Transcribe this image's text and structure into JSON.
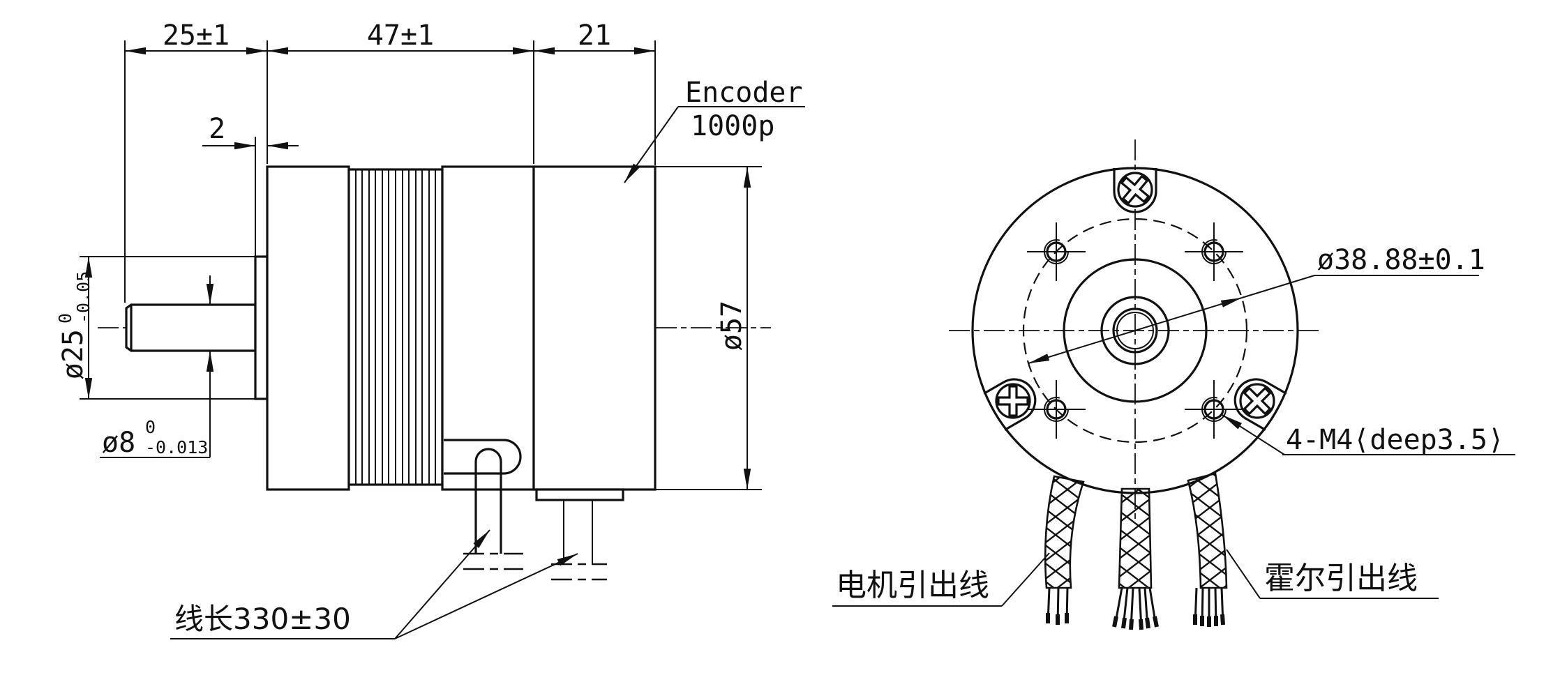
{
  "side_view": {
    "len_shaft": "25±1",
    "len_body": "47±1",
    "len_encoder": "21",
    "len_boss": "2",
    "dia_boss": "ø25",
    "dia_boss_tol_hi": "0",
    "dia_boss_tol_lo": "-0.05",
    "dia_shaft": "ø8",
    "dia_shaft_tol_hi": "0",
    "dia_shaft_tol_lo": "-0.013",
    "dia_body": "ø57",
    "encoder_line1": "Encoder",
    "encoder_line2": "1000p",
    "cable_length": "线长330±30"
  },
  "front_view": {
    "dia_bolt_circle": "ø38.88±0.1",
    "mount_holes": "4-M4⟨deep3.5⟩",
    "motor_leads": "电机引出线",
    "hall_leads": "霍尔引出线"
  },
  "colors": {
    "line": "#111111",
    "background": "#ffffff"
  }
}
